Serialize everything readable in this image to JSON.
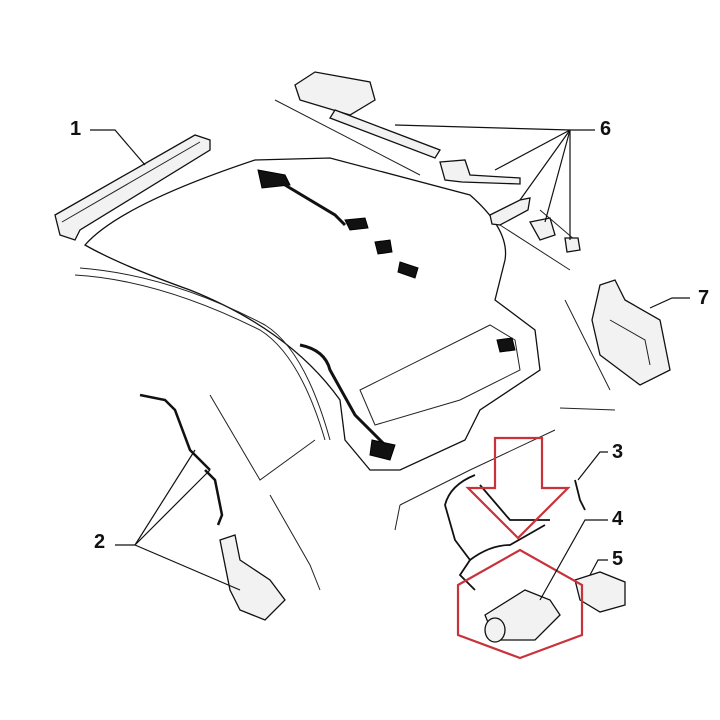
{
  "diagram": {
    "callouts": [
      {
        "id": "1",
        "label": "1"
      },
      {
        "id": "2",
        "label": "2"
      },
      {
        "id": "3",
        "label": "3"
      },
      {
        "id": "4",
        "label": "4"
      },
      {
        "id": "5",
        "label": "5"
      },
      {
        "id": "6",
        "label": "6"
      },
      {
        "id": "7",
        "label": "7"
      }
    ],
    "colors": {
      "highlight": "#c8323a",
      "line": "#111111"
    }
  }
}
